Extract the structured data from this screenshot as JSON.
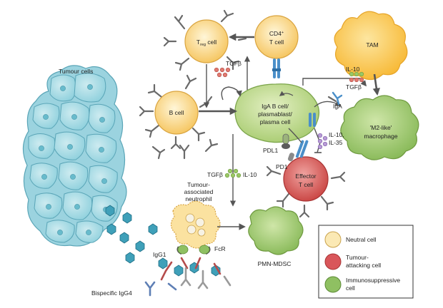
{
  "labels": {
    "tumour_cells": "Tumour cells",
    "treg_prefix": "T",
    "treg_sub": "reg",
    "treg_suffix": " cell",
    "cd4_line1": "CD4",
    "cd4_sup": "+",
    "cd4_line2": "T cell",
    "tam": "TAM",
    "tgfb_top": "TGFβ",
    "b_cell": "B cell",
    "iga_line1": "IgA B cell/",
    "iga_line2": "plasmablast/",
    "iga_line3": "plasma cell",
    "il10_top": "IL-10",
    "tgfb_right": "TGFβ",
    "m2_line1": "'M2-like'",
    "m2_line2": "macrophage",
    "iga": "IgA",
    "il10_il35_line1": "IL-10,",
    "il10_il35_line2": "IL-35",
    "pdl1": "PDL1",
    "pd1": "PD1",
    "effector_line1": "Effector",
    "effector_line2": "T cell",
    "tgfb_mid": "TGFβ",
    "il10_mid": "IL-10",
    "neutrophil_line1": "Tumour-",
    "neutrophil_line2": "associated",
    "neutrophil_line3": "neutrophil",
    "fcr": "FcR",
    "igg1": "IgG1",
    "pmn_mdsc": "PMN-MDSC",
    "bispecific": "Bispecific IgG4"
  },
  "legend": {
    "items": [
      {
        "label_line1": "Neutral cell",
        "label_line2": "",
        "color": "#fbe9b4"
      },
      {
        "label_line1": "Tumour-",
        "label_line2": "attacking cell",
        "color": "#d9565a"
      },
      {
        "label_line1": "Immunosuppressive",
        "label_line2": "cell",
        "color": "#8fc062"
      }
    ]
  },
  "colors": {
    "tumour": "#a9dce6",
    "neutral": "#f9d77f",
    "attack": "#d9565a",
    "suppress": "#9cc66a",
    "tam": "#fbc847",
    "arrow": "#555555"
  }
}
